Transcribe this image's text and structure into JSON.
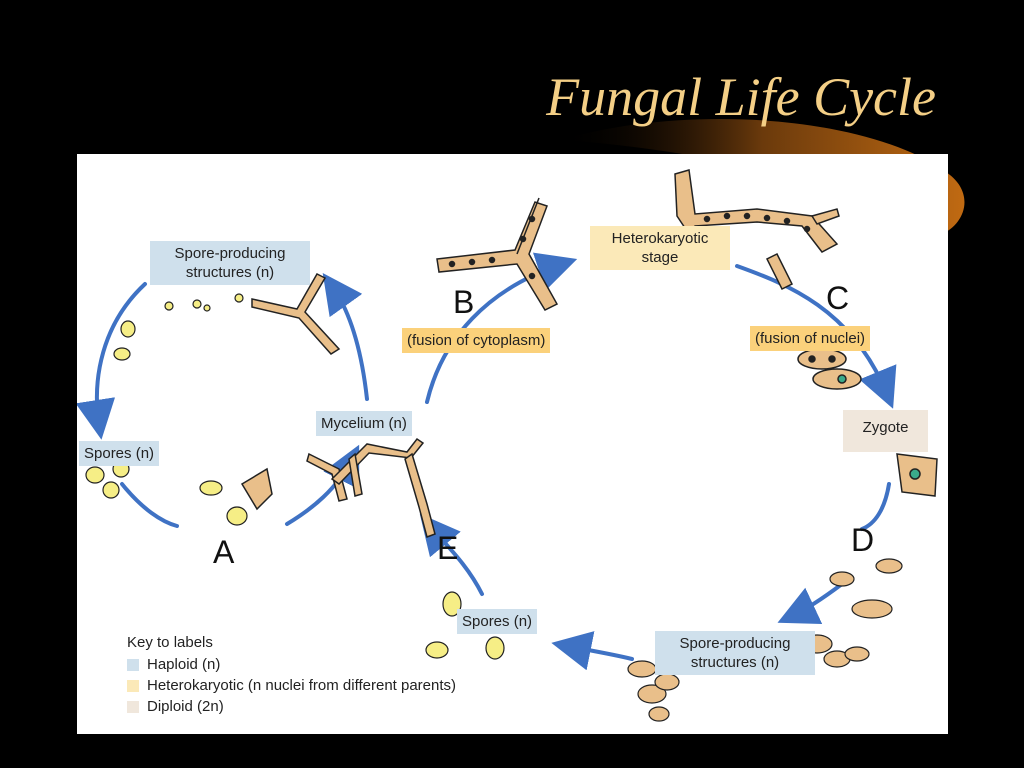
{
  "slide": {
    "title": "Fungal Life Cycle"
  },
  "diagram": {
    "labels": {
      "spore_producing_a": "Spore-producing structures (n)",
      "spores_a": "Spores (n)",
      "mycelium": "Mycelium (n)",
      "heterokaryotic_stage": "Heterokaryotic stage",
      "fusion_cytoplasm": "(fusion of cytoplasm)",
      "fusion_nuclei": "(fusion of nuclei)",
      "zygote": "Zygote",
      "spore_producing_d": "Spore-producing structures (n)",
      "spores_e": "Spores (n)"
    },
    "stage_letters": {
      "a": "A",
      "b": "B",
      "c": "C",
      "d": "D",
      "e": "E"
    },
    "key": {
      "title": "Key to labels",
      "haploid": "Haploid (n)",
      "heterokaryotic": "Heterokaryotic (n nuclei from different parents)",
      "diploid": "Diploid (2n)"
    },
    "colors": {
      "haploid": "#cfe0ec",
      "heterokaryotic": "#fbe9b8",
      "diploid": "#f0e7dc",
      "process": "#fbd17b",
      "arrow": "#3f72c4",
      "spore": "#f6ee86",
      "hypha": "#e9bf8a"
    }
  }
}
